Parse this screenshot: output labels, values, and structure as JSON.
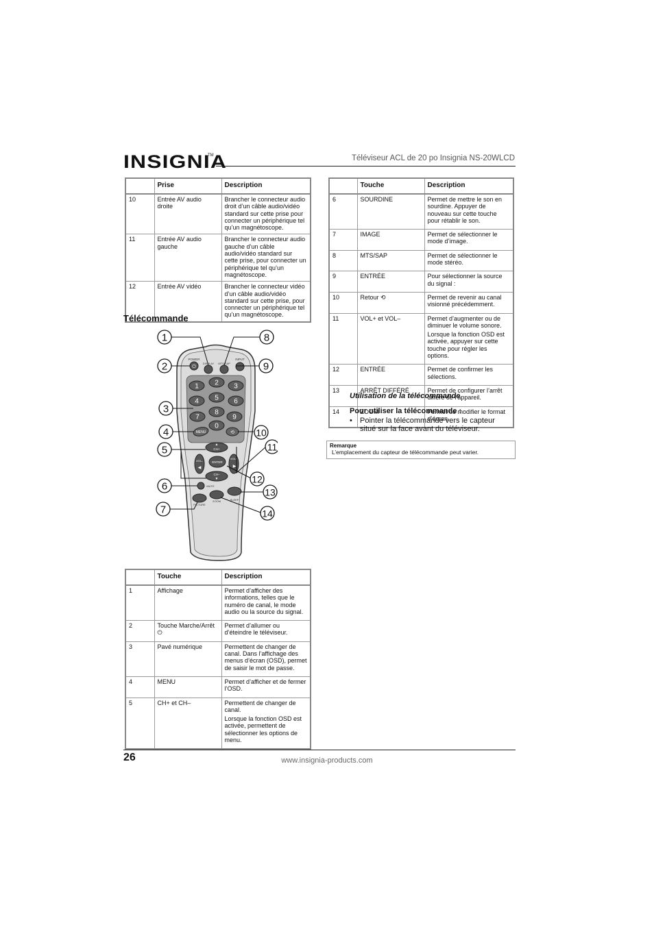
{
  "header": {
    "logo": "INSIGNIA",
    "logo_tm": "TM",
    "title": "Téléviseur ACL de 20 po Insignia NS-20WLCD"
  },
  "jack_table": {
    "headers": [
      "",
      "Prise",
      "Description"
    ],
    "rows": [
      {
        "num": "10",
        "name": "Entrée AV audio droite",
        "desc": "Brancher le connecteur audio droit d’un câble audio/vidéo standard sur cette prise pour connecter un périphérique tel qu’un magnétoscope."
      },
      {
        "num": "11",
        "name": "Entrée AV audio gauche",
        "desc": "Brancher le connecteur audio gauche d’un câble audio/vidéo standard sur cette prise, pour connecter un périphérique tel qu’un magnétoscope."
      },
      {
        "num": "12",
        "name": "Entrée AV vidéo",
        "desc": "Brancher le connecteur vidéo d’un câble audio/vidéo standard sur cette prise, pour connecter un périphérique tel qu’un magnétoscope."
      }
    ]
  },
  "section_title": "Télécommande",
  "remote": {
    "callouts": [
      "1",
      "2",
      "3",
      "4",
      "5",
      "6",
      "7",
      "8",
      "9",
      "10",
      "11",
      "12",
      "13",
      "14"
    ],
    "labels": {
      "power": "POWER",
      "display": "DISPLAY",
      "mts": "MTS/SAP",
      "input": "INPUT",
      "menu": "MENU",
      "ch_plus": "CH+",
      "ch_minus": "CH–",
      "vol_minus": "VOL–",
      "vol_plus": "VOL+",
      "enter": "ENTER",
      "mute": "MUTE",
      "picture": "PICTURE",
      "zoom": "ZOOM",
      "sleep": "SLEEP"
    },
    "digits": [
      "1",
      "2",
      "3",
      "4",
      "5",
      "6",
      "7",
      "8",
      "9",
      "0"
    ]
  },
  "keys_table_left": {
    "headers": [
      "",
      "Touche",
      "Description"
    ],
    "rows": [
      {
        "num": "1",
        "name": "Affichage",
        "desc": [
          "Permet d’afficher des informations, telles que le numéro de canal, le mode audio ou la source du signal."
        ]
      },
      {
        "num": "2",
        "name": "Touche Marche/Arrêt",
        "name_icon": "⏻",
        "desc": [
          "Permet d’allumer ou d’éteindre le téléviseur."
        ]
      },
      {
        "num": "3",
        "name": "Pavé numérique",
        "desc": [
          "Permettent de changer de canal. Dans l’affichage des menus d’écran (OSD), permet de saisir le mot de passe."
        ]
      },
      {
        "num": "4",
        "name": "MENU",
        "desc": [
          "Permet d’afficher et de fermer l’OSD."
        ]
      },
      {
        "num": "5",
        "name": "CH+ et CH–",
        "desc": [
          "Permettent de changer de canal.",
          "Lorsque la fonction OSD est activée, permettent de sélectionner les options de menu."
        ]
      }
    ]
  },
  "keys_table_right": {
    "headers": [
      "",
      "Touche",
      "Description"
    ],
    "rows": [
      {
        "num": "6",
        "name": "SOURDINE",
        "desc": [
          "Permet de mettre le son en sourdine. Appuyer de nouveau sur cette touche pour rétablir le son."
        ]
      },
      {
        "num": "7",
        "name": "IMAGE",
        "desc": [
          "Permet de sélectionner le mode d’image."
        ]
      },
      {
        "num": "8",
        "name": "MTS/SAP",
        "desc": [
          "Permet de sélectionner le mode stéréo."
        ]
      },
      {
        "num": "9",
        "name": "ENTRÉE",
        "desc": [
          "Pour sélectionner la source du signal :"
        ]
      },
      {
        "num": "10",
        "name": "Retour",
        "name_icon": "⟲",
        "desc": [
          "Permet de revenir au canal visionné précédemment."
        ]
      },
      {
        "num": "11",
        "name": "VOL+ et VOL–",
        "desc": [
          "Permet d’augmenter ou de diminuer le volume sonore.",
          "Lorsque la fonction OSD est activée, appuyer sur cette touche pour régler les options."
        ]
      },
      {
        "num": "12",
        "name": "ENTRÉE",
        "desc": [
          "Permet de confirmer les sélections."
        ]
      },
      {
        "num": "13",
        "name": "ARRÊT DIFFÉRÉ",
        "desc": [
          "Permet de configurer l’arrêt différé de l’appareil."
        ]
      },
      {
        "num": "14",
        "name": "ZOOM",
        "desc": [
          "Permet de modifier le format d’écran."
        ]
      }
    ]
  },
  "caption": "Utilisation de la télécommande",
  "procedure": {
    "heading": "Pour utiliser la télécommande :",
    "bullet": "•",
    "step": "Pointer la télécommande vers le capteur situé sur la face avant du téléviseur."
  },
  "note": {
    "title": "Remarque",
    "text": "L’emplacement du capteur de télécommande peut varier."
  },
  "footer": {
    "page_number": "26",
    "url": "www.insignia-products.com"
  }
}
